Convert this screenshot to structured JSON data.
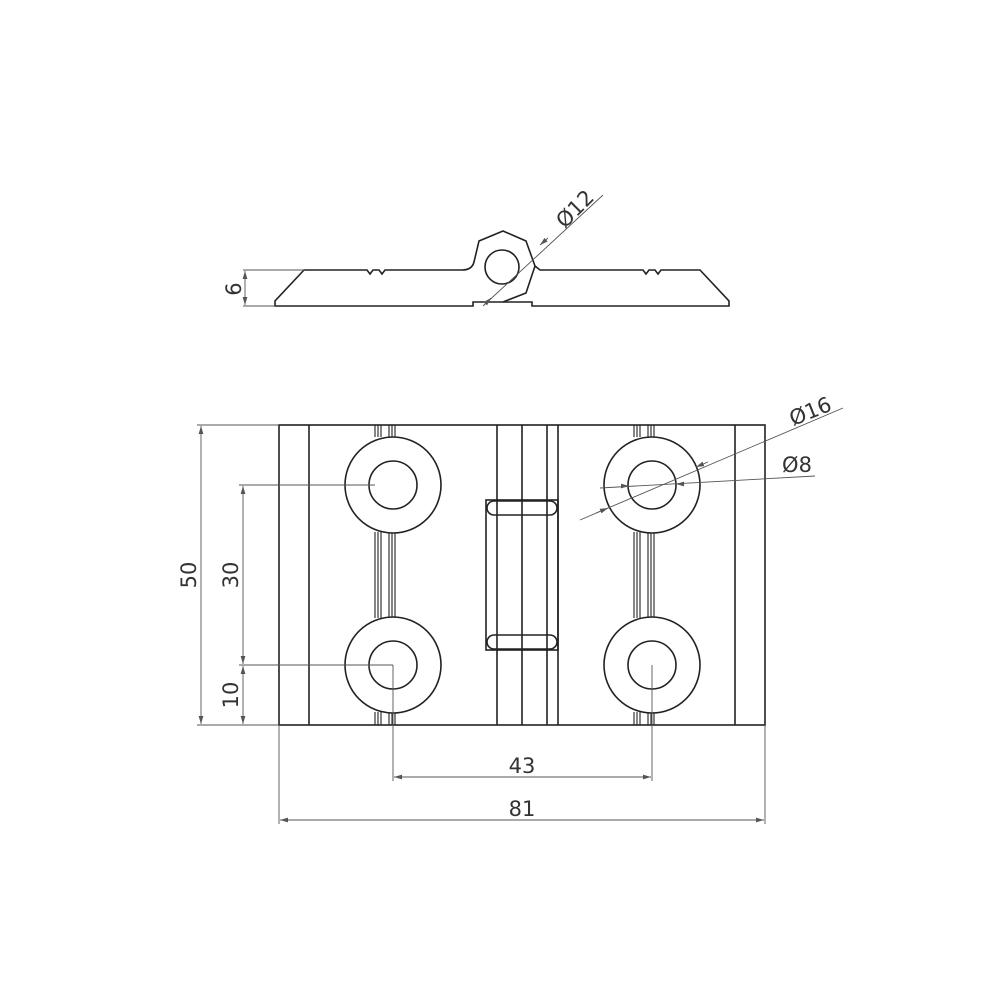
{
  "drawing": {
    "title": "Hinge technical drawing",
    "dimensions": {
      "side_thickness": "6",
      "knuckle_diameter": "Ø12",
      "hole_outer_diameter": "Ø16",
      "hole_inner_diameter": "Ø8",
      "overall_height": "50",
      "hole_spacing_vertical": "30",
      "hole_edge_offset": "10",
      "hole_spacing_horizontal": "43",
      "overall_width": "81"
    },
    "colors": {
      "line": "#222222",
      "dimension": "#555555"
    }
  }
}
